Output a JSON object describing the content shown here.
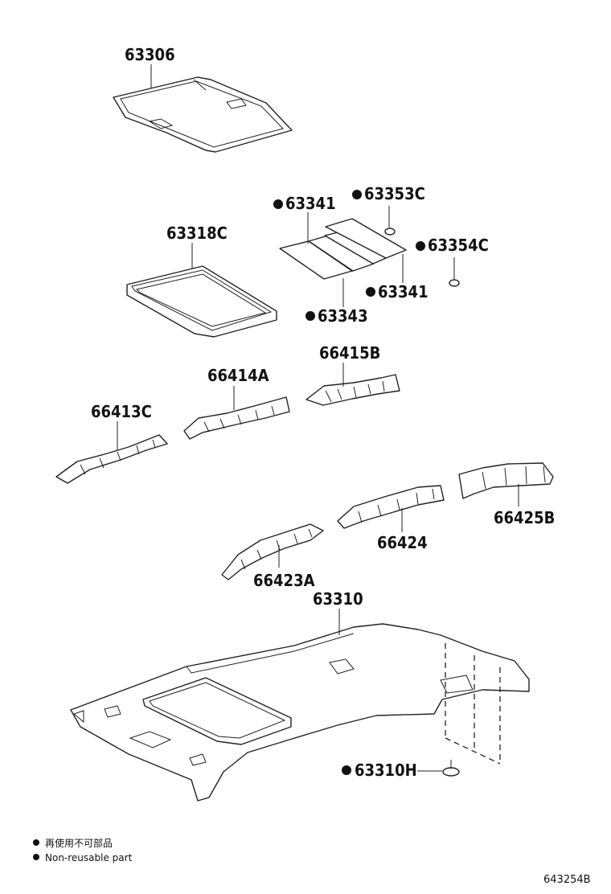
{
  "parts": {
    "p63306": "63306",
    "p63341a": "63341",
    "p63353c": "63353C",
    "p63318c": "63318C",
    "p63354c": "63354C",
    "p63341b": "63341",
    "p63343": "63343",
    "p66415b": "66415B",
    "p66414a": "66414A",
    "p66413c": "66413C",
    "p66425b": "66425B",
    "p66424": "66424",
    "p66423a": "66423A",
    "p63310": "63310",
    "p63310h": "63310H"
  },
  "legend": {
    "line_cn": "再使用不可部品",
    "line_en": "Non-reusable part"
  },
  "figure_id": "643254B"
}
